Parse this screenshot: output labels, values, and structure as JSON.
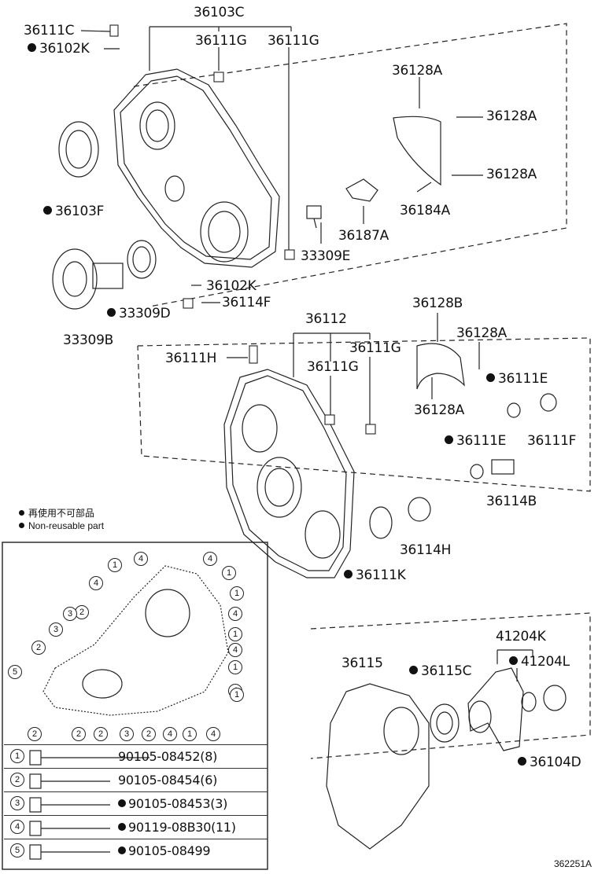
{
  "labels": {
    "l36103C": "36103C",
    "l36111C": "36111C",
    "l36102K_top": "36102K",
    "l36111G_a": "36111G",
    "l36111G_b": "36111G",
    "l36128A_1": "36128A",
    "l36128A_2": "36128A",
    "l36128A_3": "36128A",
    "l36184A": "36184A",
    "l36103F": "36103F",
    "l36187A": "36187A",
    "l33309E": "33309E",
    "l36102K_mid": "36102K",
    "l36114F": "36114F",
    "l33309D": "33309D",
    "l33309B": "33309B",
    "l36112": "36112",
    "l36128B": "36128B",
    "l36111H": "36111H",
    "l36111G_c": "36111G",
    "l36111G_d": "36111G",
    "l36128A_4": "36128A",
    "l36111E_1": "36111E",
    "l36128A_5": "36128A",
    "l36111F": "36111F",
    "l36111E_2": "36111E",
    "l36114B": "36114B",
    "l36114H": "36114H",
    "l36111K": "36111K",
    "l41204K": "41204K",
    "l36115": "36115",
    "l36115C": "36115C",
    "l41204L": "41204L",
    "l36104D": "36104D"
  },
  "legend": {
    "jp": "再使用不可部品",
    "en": "Non-reusable part"
  },
  "bolts": [
    {
      "num": "1",
      "part": "90105-08452(8)",
      "nonreusable": false
    },
    {
      "num": "2",
      "part": "90105-08454(6)",
      "nonreusable": false
    },
    {
      "num": "3",
      "part": "90105-08453(3)",
      "nonreusable": true
    },
    {
      "num": "4",
      "part": "90119-08B30(11)",
      "nonreusable": true
    },
    {
      "num": "5",
      "part": "90105-08499",
      "nonreusable": true
    }
  ],
  "callouts": [
    "1",
    "4",
    "4",
    "1",
    "4",
    "1",
    "2",
    "3",
    "4",
    "3",
    "1",
    "4",
    "2",
    "1",
    "4",
    "5",
    "1",
    "2",
    "2",
    "2",
    "3",
    "2",
    "4",
    "1",
    "4"
  ],
  "figure_id": "362251A"
}
